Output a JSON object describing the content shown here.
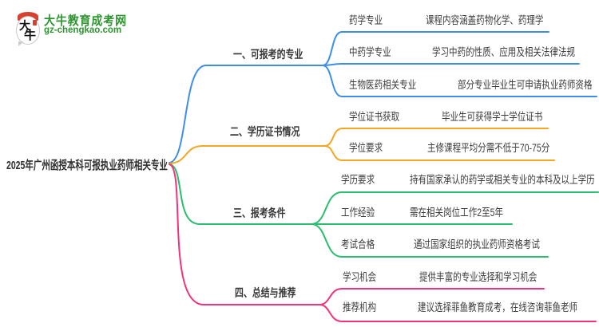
{
  "logo": {
    "icon_chars": [
      "大",
      "牛"
    ],
    "title": "大牛教育成考网",
    "url": "gz-chengkao.com",
    "brand_color": "#2e9430",
    "accent_red": "#d8402f"
  },
  "root": {
    "title": "2025年广州函授本科可报执业药师相关专业"
  },
  "branches": [
    {
      "label": "一、可报考的专业",
      "color": "#3e8ee9",
      "children": [
        {
          "label": "药学专业",
          "desc": "课程内容涵盖药物化学、药理学"
        },
        {
          "label": "中药学专业",
          "desc": "学习中药的性质、应用及相关法律法规"
        },
        {
          "label": "生物医药相关专业",
          "desc": "部分专业毕业生可申请执业药师资格"
        }
      ]
    },
    {
      "label": "二、学历证书情况",
      "color": "#f5a623",
      "children": [
        {
          "label": "学位证书获取",
          "desc": "毕业生可获得学士学位证书"
        },
        {
          "label": "学位要求",
          "desc": "主修课程平均分需不低于70-75分"
        }
      ]
    },
    {
      "label": "三、报考条件",
      "color": "#2abe6e",
      "children": [
        {
          "label": "学历要求",
          "desc": "持有国家承认的药学或相关专业的本科及以上学历"
        },
        {
          "label": "工作经验",
          "desc": "需在相关岗位工作2至5年"
        },
        {
          "label": "考试合格",
          "desc": "通过国家组织的执业药师资格考试"
        }
      ]
    },
    {
      "label": "四、总结与推荐",
      "color": "#f4327c",
      "children": [
        {
          "label": "学习机会",
          "desc": "提供丰富的专业选择和学习机会"
        },
        {
          "label": "推荐机构",
          "desc": "建议选择菲鱼教育成考，在线咨询菲鱼老师"
        }
      ]
    }
  ]
}
